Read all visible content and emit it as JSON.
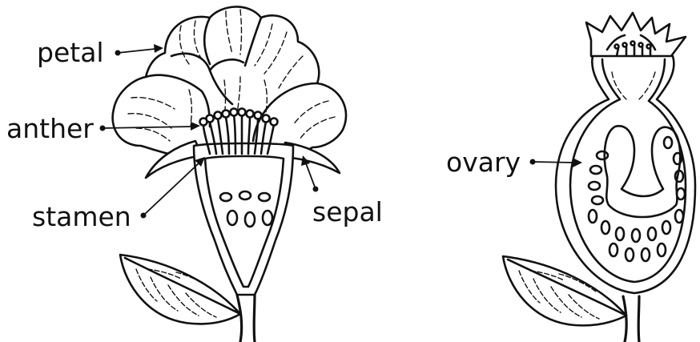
{
  "labels": {
    "petal": "petal",
    "anther": "anther",
    "stamen": "stamen",
    "sepal": "sepal",
    "ovary": "ovary"
  },
  "colors": {
    "ink": "#111111",
    "background": "#ffffff"
  }
}
